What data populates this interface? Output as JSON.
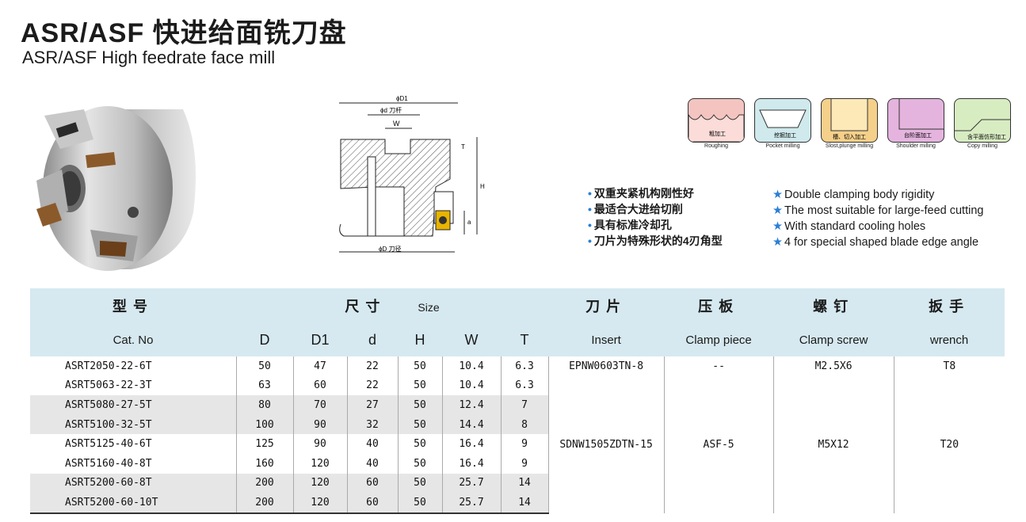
{
  "header": {
    "title_cn": "ASR/ASF 快进给面铣刀盘",
    "title_en": "ASR/ASF  High feedrate face mill"
  },
  "diagram": {
    "d1_label": "ϕD1",
    "d_label": "ϕd 刀杆",
    "w_label": "W",
    "t_label": "T",
    "h_label": "H",
    "a_label": "a",
    "dd_label": "ϕD 刀径"
  },
  "applications": [
    {
      "cn": "粗加工",
      "en": "Roughing",
      "color": "#f4c4c0"
    },
    {
      "cn": "挖掘加工",
      "en": "Pocket milling",
      "color": "#cfe9ec"
    },
    {
      "cn": "槽、切入加工",
      "en": "Slost,plunge milling",
      "color": "#f5d08a"
    },
    {
      "cn": "台阶面加工",
      "en": "Shoulder milling",
      "color": "#e4b4de"
    },
    {
      "cn": "含平面仿形加工",
      "en": "Copy milling",
      "color": "#d8ecc2"
    }
  ],
  "features_cn": [
    "双重夹紧机构刚性好",
    "最适合大进给切削",
    "具有标准冷却孔",
    "刀片为特殊形状的4刃角型"
  ],
  "features_en": [
    "Double clamping body rigidity",
    "The most suitable for large-feed cutting",
    "With standard cooling holes",
    "4 for special shaped blade edge angle"
  ],
  "table": {
    "header": {
      "model_cn": "型号",
      "model_en": "Cat. No",
      "size_cn": "尺寸",
      "size_en": "Size",
      "insert_cn": "刀片",
      "insert_en": "Insert",
      "clamp_cn": "压板",
      "clamp_en": "Clamp piece",
      "screw_cn": "螺钉",
      "screw_en": "Clamp screw",
      "wrench_cn": "扳手",
      "wrench_en": "wrench",
      "cols": [
        "D",
        "D1",
        "d",
        "H",
        "W",
        "T"
      ]
    },
    "rows": [
      {
        "cat": "ASRT2050-22-6T",
        "D": "50",
        "D1": "47",
        "d": "22",
        "H": "50",
        "W": "10.4",
        "T": "6.3"
      },
      {
        "cat": "ASRT5063-22-3T",
        "D": "63",
        "D1": "60",
        "d": "22",
        "H": "50",
        "W": "10.4",
        "T": "6.3"
      },
      {
        "cat": "ASRT5080-27-5T",
        "D": "80",
        "D1": "70",
        "d": "27",
        "H": "50",
        "W": "12.4",
        "T": "7"
      },
      {
        "cat": "ASRT5100-32-5T",
        "D": "100",
        "D1": "90",
        "d": "32",
        "H": "50",
        "W": "14.4",
        "T": "8"
      },
      {
        "cat": "ASRT5125-40-6T",
        "D": "125",
        "D1": "90",
        "d": "40",
        "H": "50",
        "W": "16.4",
        "T": "9"
      },
      {
        "cat": "ASRT5160-40-8T",
        "D": "160",
        "D1": "120",
        "d": "40",
        "H": "50",
        "W": "16.4",
        "T": "9"
      },
      {
        "cat": "ASRT5200-60-8T",
        "D": "200",
        "D1": "120",
        "d": "60",
        "H": "50",
        "W": "25.7",
        "T": "14"
      },
      {
        "cat": "ASRT5200-60-10T",
        "D": "200",
        "D1": "120",
        "d": "60",
        "H": "50",
        "W": "25.7",
        "T": "14"
      }
    ],
    "group1": {
      "insert": "EPNW0603TN-8",
      "clamp": "--",
      "screw": "M2.5X6",
      "wrench": "T8"
    },
    "group2": {
      "insert": "SDNW1505ZDTN-15",
      "clamp": "ASF-5",
      "screw": "M5X12",
      "wrench": "T20"
    }
  }
}
